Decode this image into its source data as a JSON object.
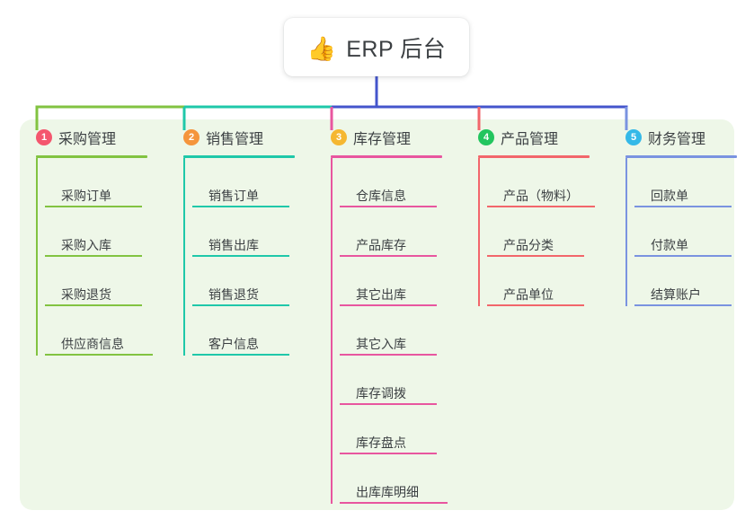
{
  "root": {
    "icon": "thumbs-up-icon",
    "icon_glyph": "👍",
    "title": "ERP 后台"
  },
  "palette": {
    "panel_background": "#eef7e8",
    "page_background": "#ffffff",
    "text": "#3c4043",
    "trunk_line": "#4455cc"
  },
  "columns": [
    {
      "number": "1",
      "title": "采购管理",
      "badge_color": "#f4566e",
      "line_color": "#82c341",
      "items": [
        {
          "label": "采购订单"
        },
        {
          "label": "采购入库"
        },
        {
          "label": "采购退货"
        },
        {
          "label": "供应商信息"
        }
      ]
    },
    {
      "number": "2",
      "title": "销售管理",
      "badge_color": "#f5953c",
      "line_color": "#1fc8a9",
      "items": [
        {
          "label": "销售订单"
        },
        {
          "label": "销售出库"
        },
        {
          "label": "销售退货"
        },
        {
          "label": "客户信息"
        }
      ]
    },
    {
      "number": "3",
      "title": "库存管理",
      "badge_color": "#f5b731",
      "line_color": "#e8569f",
      "items": [
        {
          "label": "仓库信息"
        },
        {
          "label": "产品库存"
        },
        {
          "label": "其它出库"
        },
        {
          "label": "其它入库"
        },
        {
          "label": "库存调拨"
        },
        {
          "label": "库存盘点"
        },
        {
          "label": "出库库明细"
        }
      ]
    },
    {
      "number": "4",
      "title": "产品管理",
      "badge_color": "#22c55e",
      "line_color": "#f2666b",
      "items": [
        {
          "label": "产品（物料）"
        },
        {
          "label": "产品分类"
        },
        {
          "label": "产品单位"
        }
      ]
    },
    {
      "number": "5",
      "title": "财务管理",
      "badge_color": "#34b9e8",
      "line_color": "#7a93e0",
      "items": [
        {
          "label": "回款单"
        },
        {
          "label": "付款单"
        },
        {
          "label": "结算账户"
        }
      ]
    }
  ]
}
